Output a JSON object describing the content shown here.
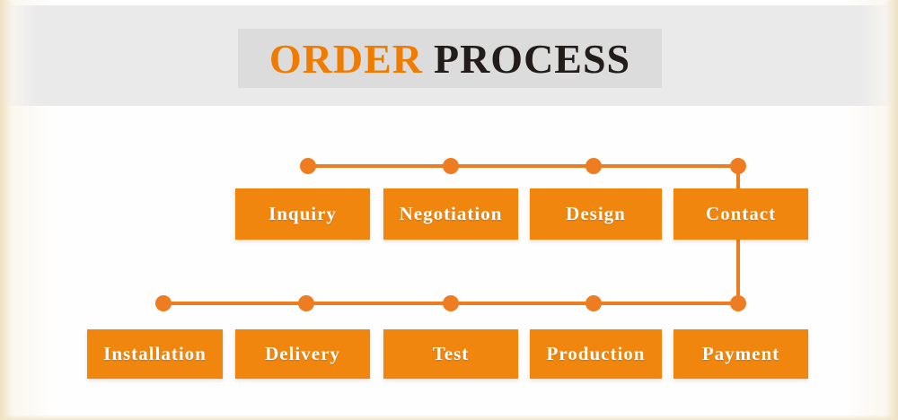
{
  "title": {
    "word1": "ORDER",
    "word2": "PROCESS"
  },
  "flow": {
    "row1": [
      "Inquiry",
      "Negotiation",
      "Design",
      "Contact"
    ],
    "row2": [
      "Installation",
      "Delivery",
      "Test",
      "Production",
      "Payment"
    ]
  },
  "colors": {
    "accent_box": "#f0860d",
    "accent_line": "#ee7d22",
    "title_orange": "#ef7c00",
    "title_dark": "#221d1a",
    "banner_gray": "#eaeaea",
    "banner_plate_gray": "#dcdcdc",
    "edge_cream": "#eee0bd",
    "step_text": "#ffffff"
  }
}
